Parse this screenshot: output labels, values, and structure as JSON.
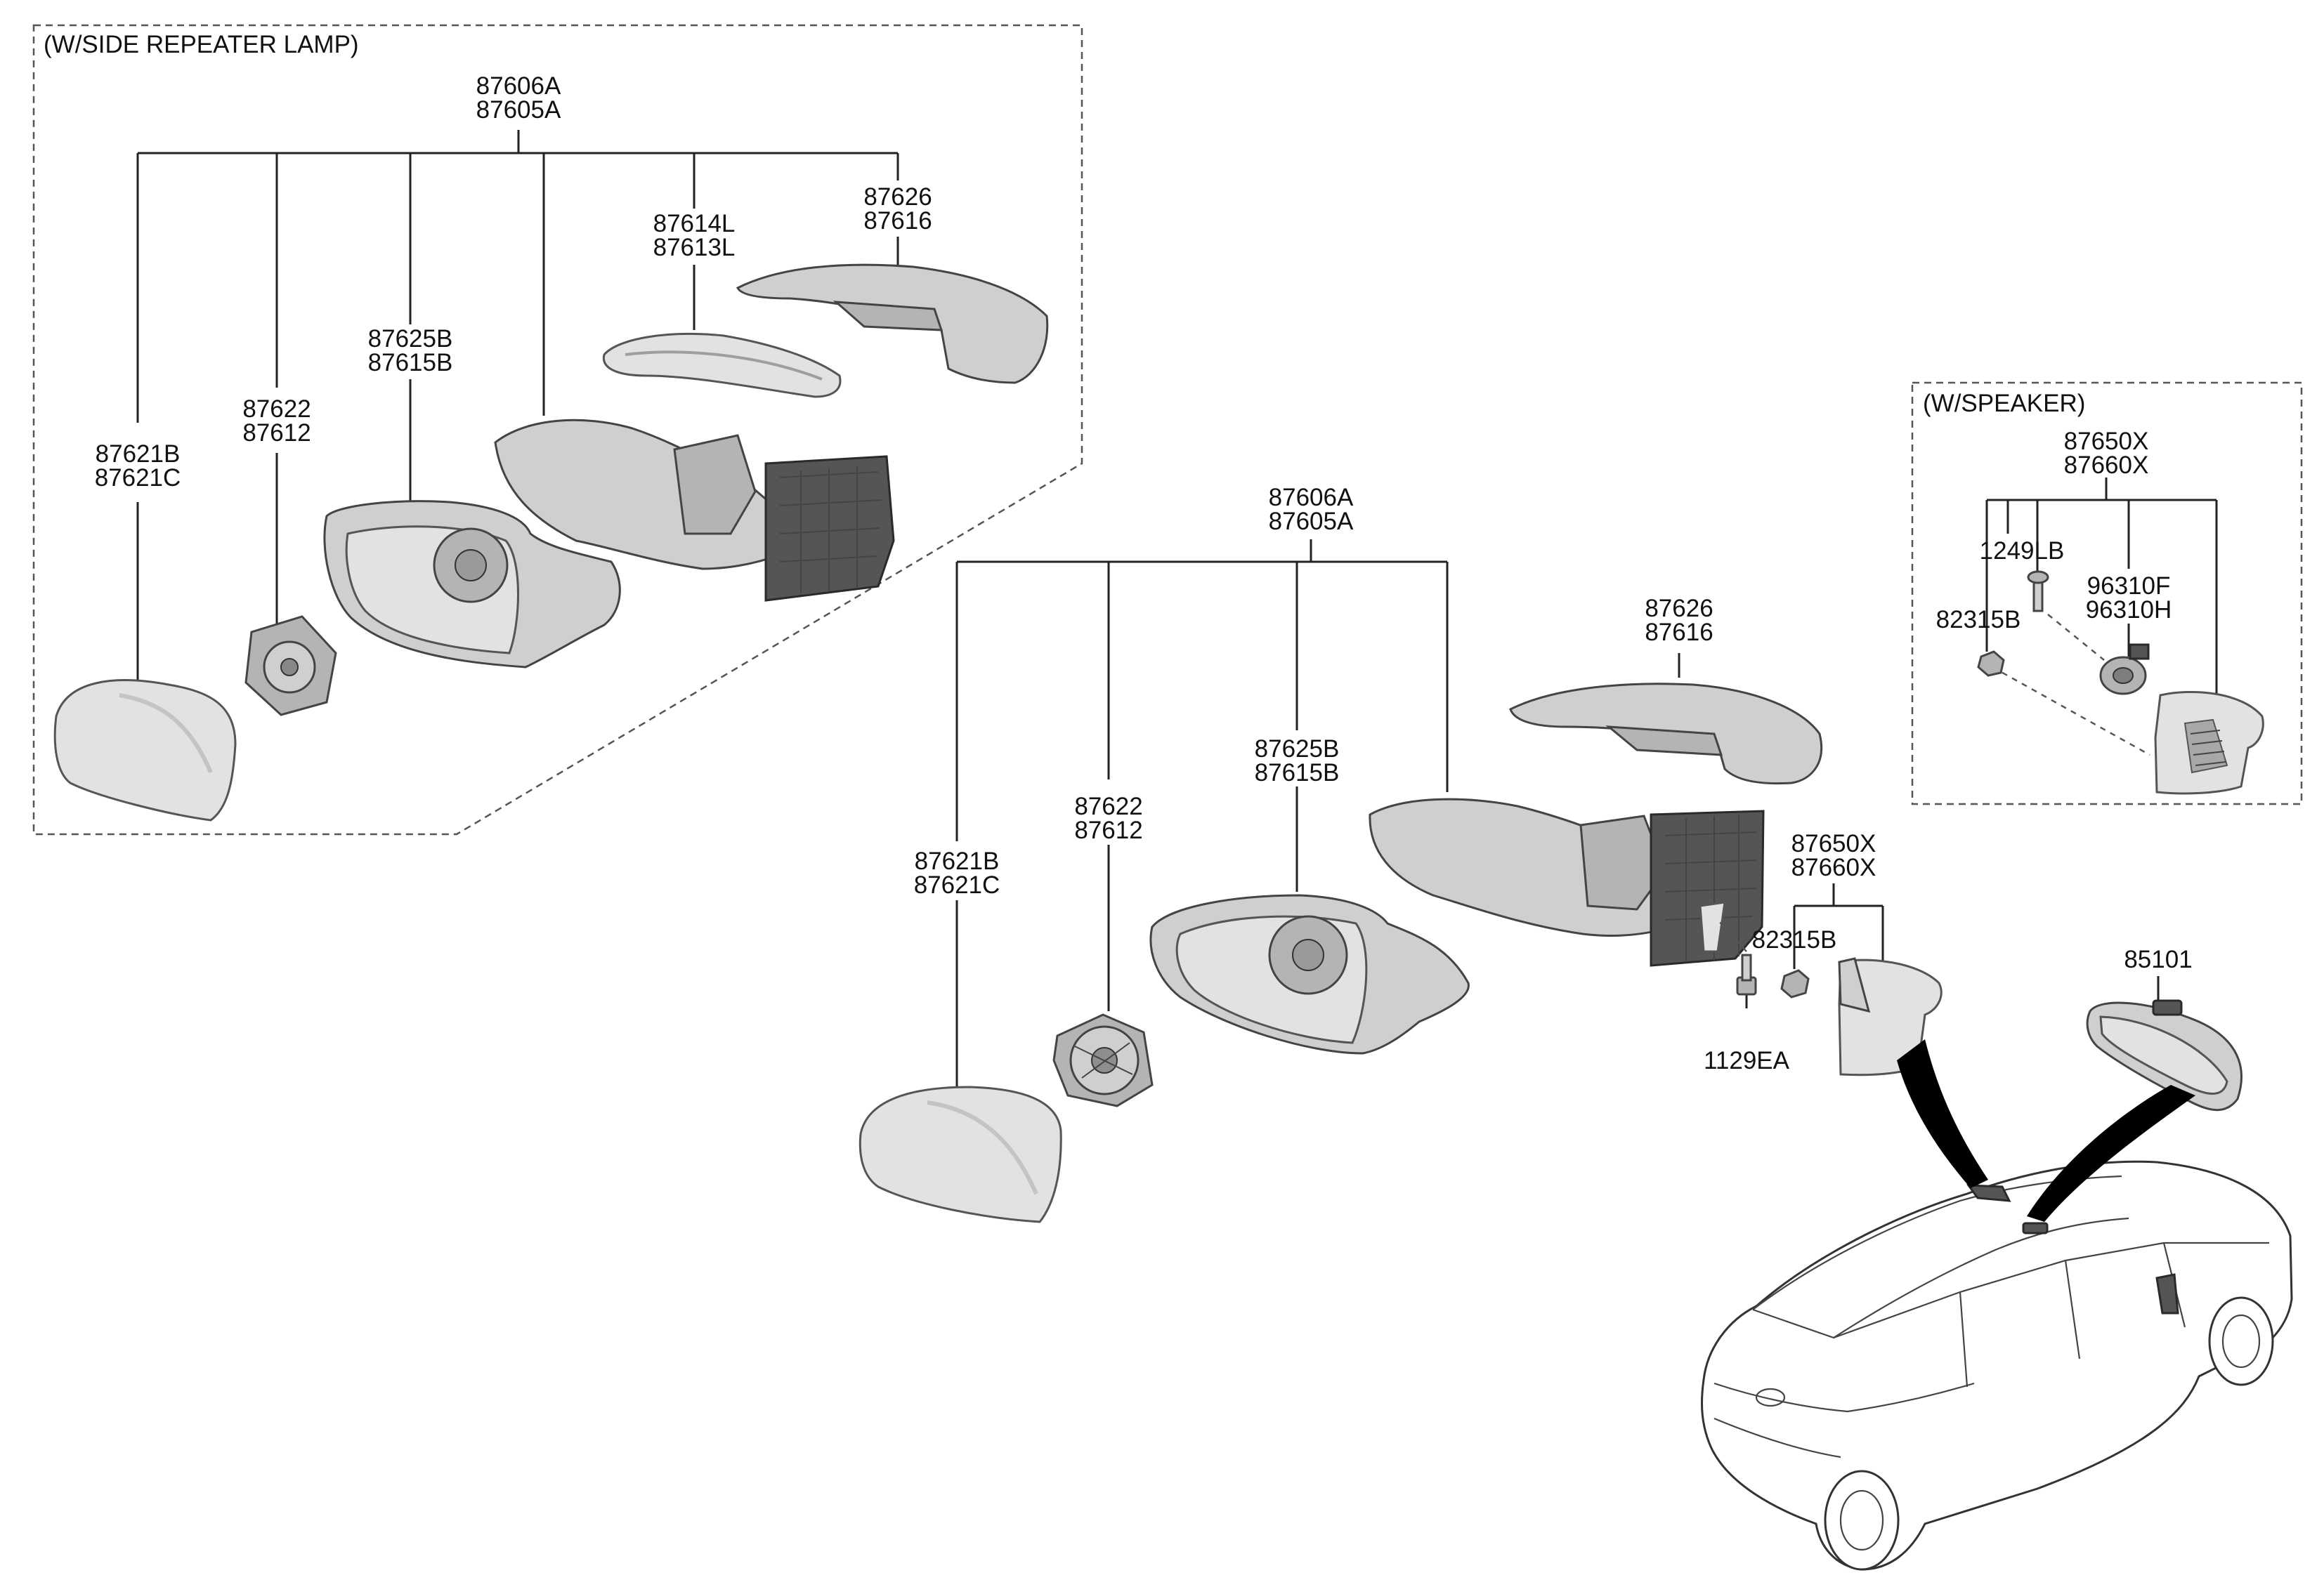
{
  "sections": {
    "side_repeater": "(W/SIDE REPEATER LAMP)",
    "speaker": "(W/SPEAKER)"
  },
  "labels": {
    "sr_assembly": [
      "87606A",
      "87605A"
    ],
    "sr_cover": [
      "87626",
      "87616"
    ],
    "sr_repeater": [
      "87614L",
      "87613L"
    ],
    "sr_housing": [
      "87625B",
      "87615B"
    ],
    "sr_actuator": [
      "87622",
      "87612"
    ],
    "sr_glass": [
      "87621B",
      "87621C"
    ],
    "main_assembly": [
      "87606A",
      "87605A"
    ],
    "main_cover": [
      "87626",
      "87616"
    ],
    "main_housing": [
      "87625B",
      "87615B"
    ],
    "main_actuator": [
      "87622",
      "87612"
    ],
    "main_glass": [
      "87621B",
      "87621C"
    ],
    "tweeter_group": [
      "87650X",
      "87660X"
    ],
    "nut": [
      "82315B"
    ],
    "bolt": [
      "1129EA"
    ],
    "inside_mirror": [
      "85101"
    ],
    "spk_group": [
      "87650X",
      "87660X"
    ],
    "spk_screw": [
      "1249LB"
    ],
    "spk_speaker": [
      "96310F",
      "96310H"
    ],
    "spk_nut": [
      "82315B"
    ]
  },
  "colors": {
    "line": "#222222",
    "part_fill": "#cfcfcf",
    "part_shade": "#b4b4b4",
    "dashed_box": "#555555"
  }
}
